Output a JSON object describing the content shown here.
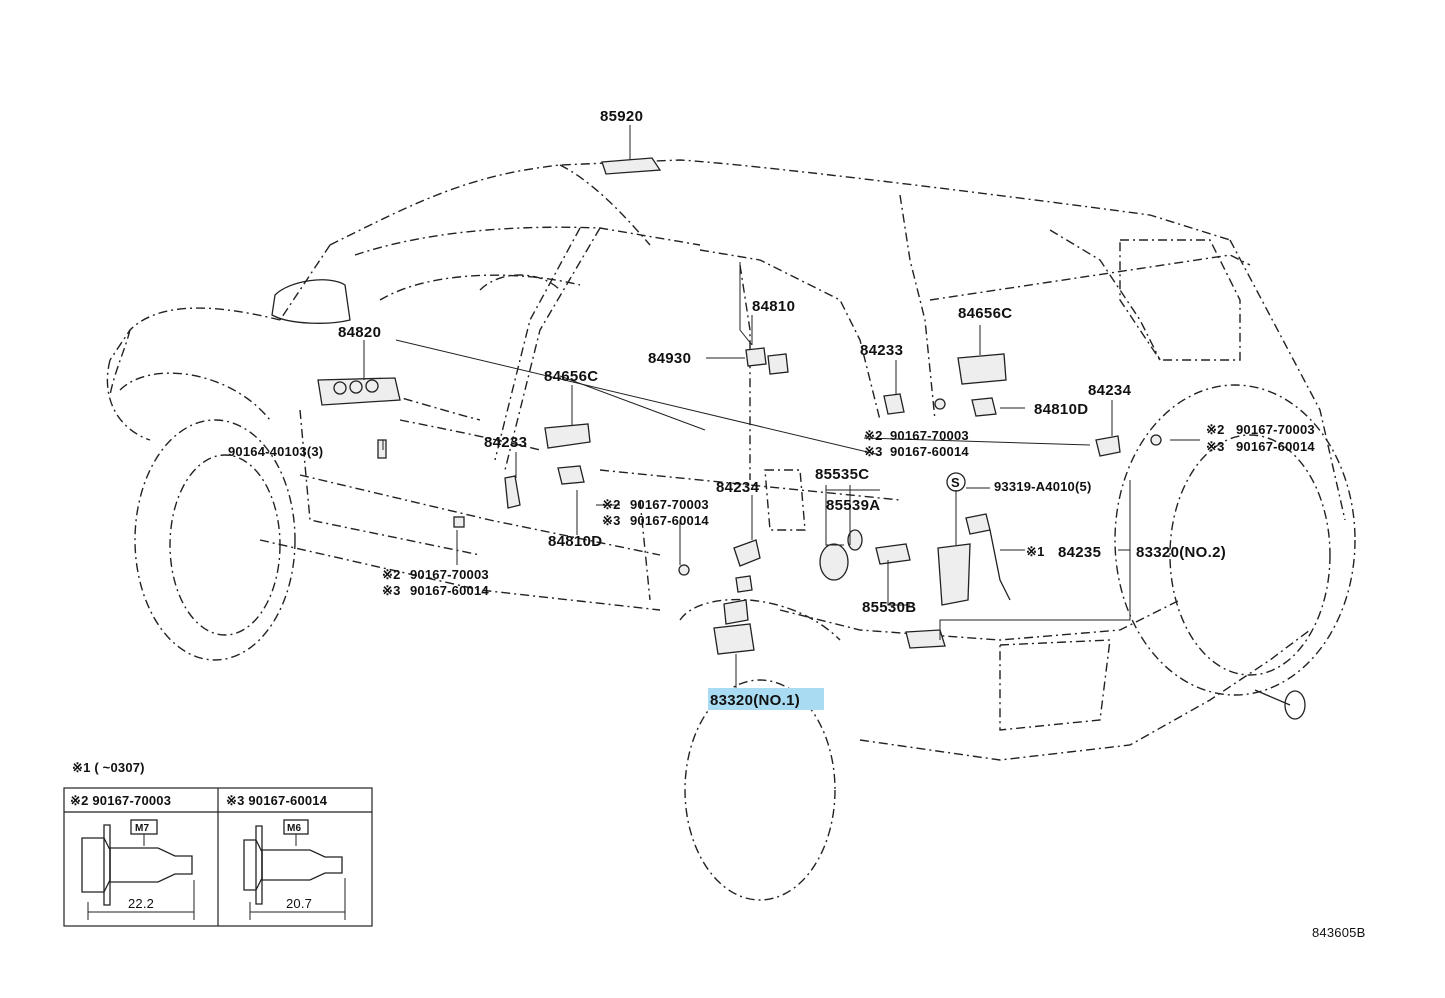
{
  "labels": {
    "p85920": "85920",
    "p84820": "84820",
    "p84810_top": "84810",
    "p84930": "84930",
    "p84656C_left": "84656C",
    "p84656C_right": "84656C",
    "p84233_left": "84233",
    "p84233_right": "84233",
    "p84234_mid": "84234",
    "p84234_right": "84234",
    "p84810D_right": "84810D",
    "p84810D_left": "84810D",
    "p85535C": "85535C",
    "p85539A": "85539A",
    "p85530B": "85530B",
    "p84235": "84235",
    "p83320_no2": "83320(NO.2)",
    "p83320_no1": "83320(NO.1)",
    "p93319": "93319-A4010(5)",
    "p90164": "90164-40103(3)",
    "screw_a1": "90167-70003",
    "screw_a2": "90167-60014",
    "screw_b1": "90167-70003",
    "screw_b2": "90167-60014",
    "screw_c1": "90167-70003",
    "screw_c2": "90167-60014",
    "screw_d1": "90167-70003",
    "screw_d2": "90167-60014",
    "note_ref1": "※1",
    "note_ref2": "※2",
    "note_ref3": "※3",
    "s_circle": "S",
    "diagram_id": "843605B"
  },
  "legend": {
    "note1_range": "※1 (       ~0307)",
    "cell1_title": "※2 90167-70003",
    "cell2_title": "※3 90167-60014",
    "cell1_size": "M7",
    "cell2_size": "M6",
    "cell1_length": "22.2",
    "cell2_length": "20.7"
  },
  "colors": {
    "highlight": "#a9dcf3",
    "line": "#222222"
  }
}
